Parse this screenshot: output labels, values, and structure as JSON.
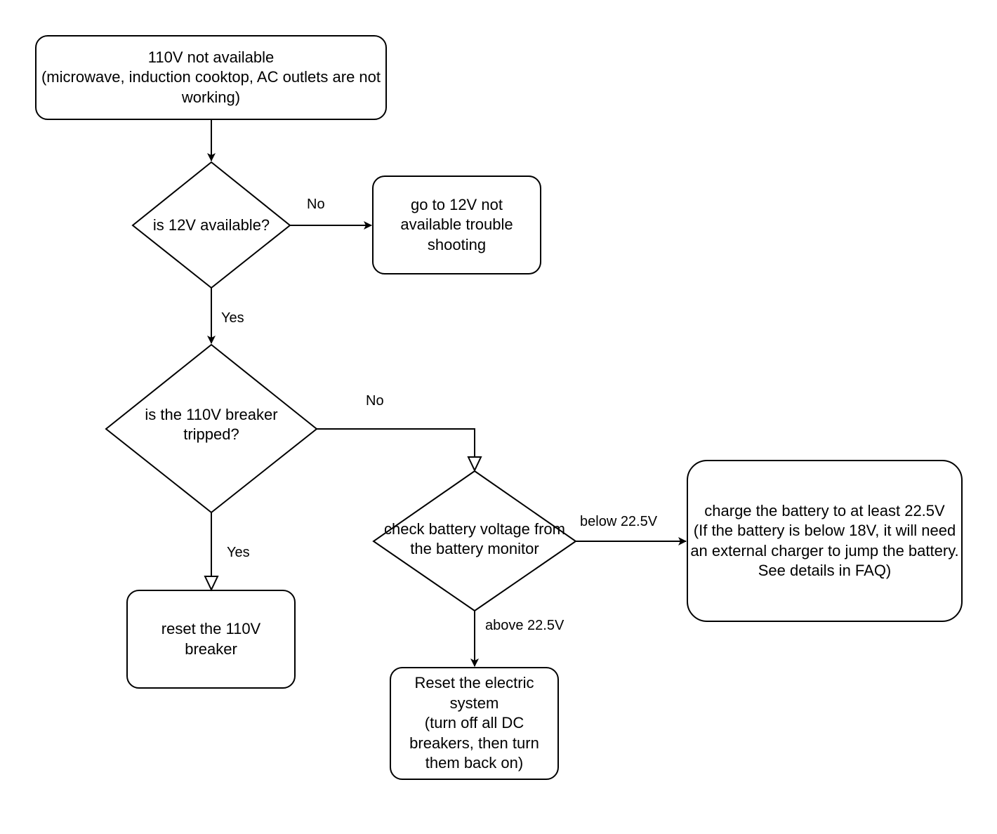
{
  "nodes": {
    "start": {
      "text": "110V not available\n(microwave, induction cooktop, AC outlets are not working)"
    },
    "q12v": {
      "text": "is 12V available?"
    },
    "goto12v": {
      "text": "go to 12V not available trouble shooting"
    },
    "qbreaker": {
      "text": "is the 110V breaker tripped?"
    },
    "checkbattery": {
      "text": "check battery voltage from the battery monitor"
    },
    "charge": {
      "text": "charge the battery to at least 22.5V\n(If the battery is below 18V, it will need an external charger to jump the battery. See details in FAQ)"
    },
    "resetbreaker": {
      "text": "reset the 110V breaker"
    },
    "resetsystem": {
      "text": "Reset the electric system\n(turn off all DC breakers, then turn them back on)"
    }
  },
  "edges": {
    "q12v_no": "No",
    "q12v_yes": "Yes",
    "breaker_no": "No",
    "breaker_yes": "Yes",
    "battery_below": "below 22.5V",
    "battery_above": "above 22.5V"
  }
}
